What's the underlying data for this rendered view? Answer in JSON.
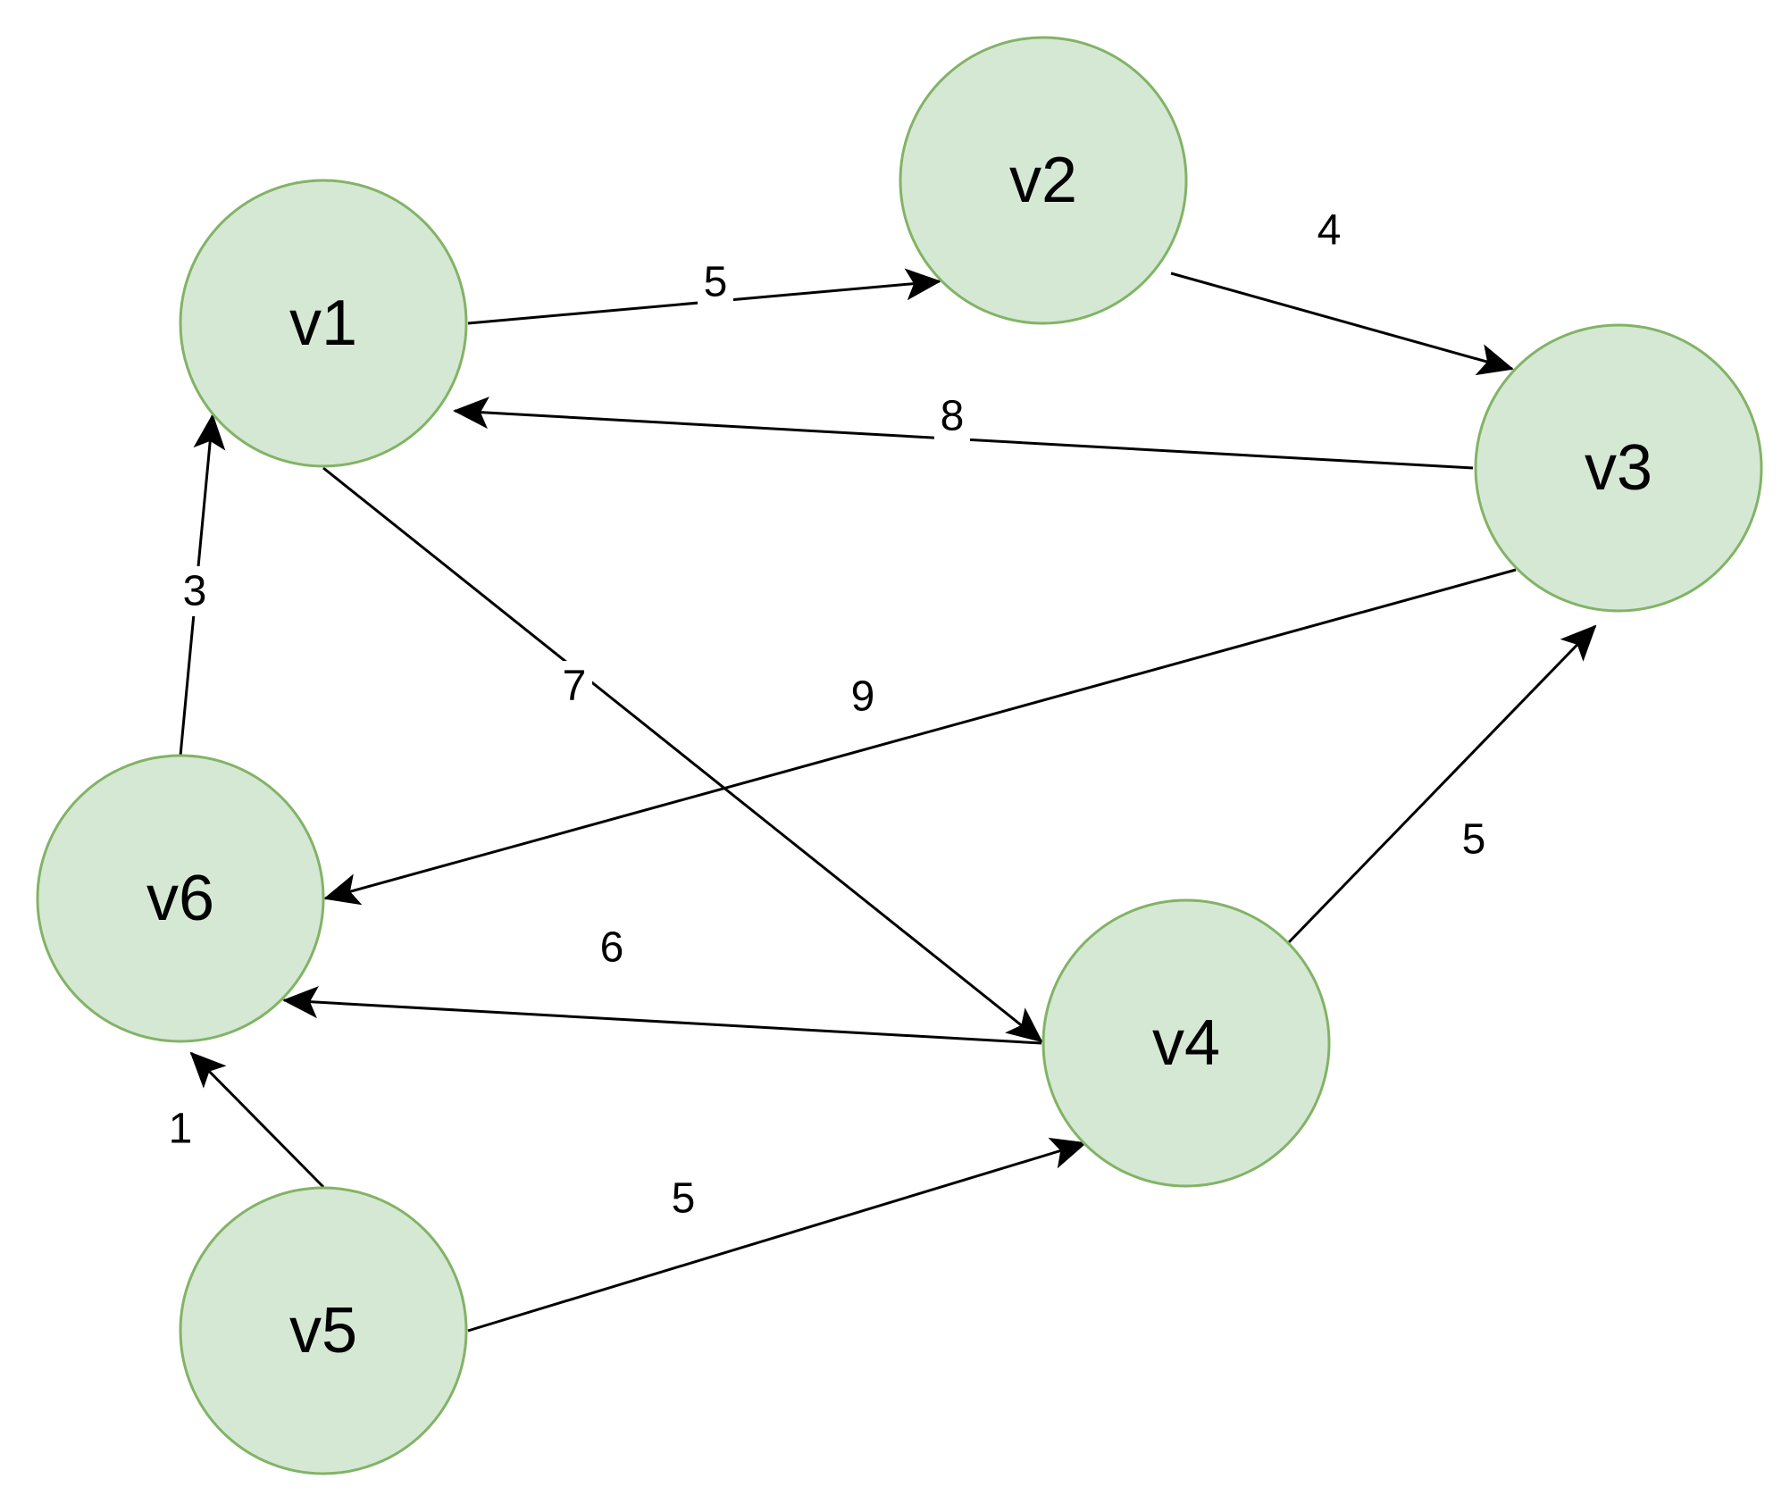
{
  "nodes": [
    {
      "id": "v1",
      "label": "v1"
    },
    {
      "id": "v2",
      "label": "v2"
    },
    {
      "id": "v3",
      "label": "v3"
    },
    {
      "id": "v4",
      "label": "v4"
    },
    {
      "id": "v5",
      "label": "v5"
    },
    {
      "id": "v6",
      "label": "v6"
    }
  ],
  "edges": [
    {
      "from": "v1",
      "to": "v2",
      "weight": "5"
    },
    {
      "from": "v2",
      "to": "v3",
      "weight": "4"
    },
    {
      "from": "v3",
      "to": "v1",
      "weight": "8"
    },
    {
      "from": "v1",
      "to": "v4",
      "weight": "7"
    },
    {
      "from": "v3",
      "to": "v6",
      "weight": "9"
    },
    {
      "from": "v6",
      "to": "v1",
      "weight": "3"
    },
    {
      "from": "v4",
      "to": "v3",
      "weight": "5"
    },
    {
      "from": "v4",
      "to": "v6",
      "weight": "6"
    },
    {
      "from": "v5",
      "to": "v6",
      "weight": "1"
    },
    {
      "from": "v5",
      "to": "v4",
      "weight": "5"
    }
  ],
  "colors": {
    "node_fill": "#d5e8d4",
    "node_stroke": "#82b366",
    "edge": "#000000"
  }
}
